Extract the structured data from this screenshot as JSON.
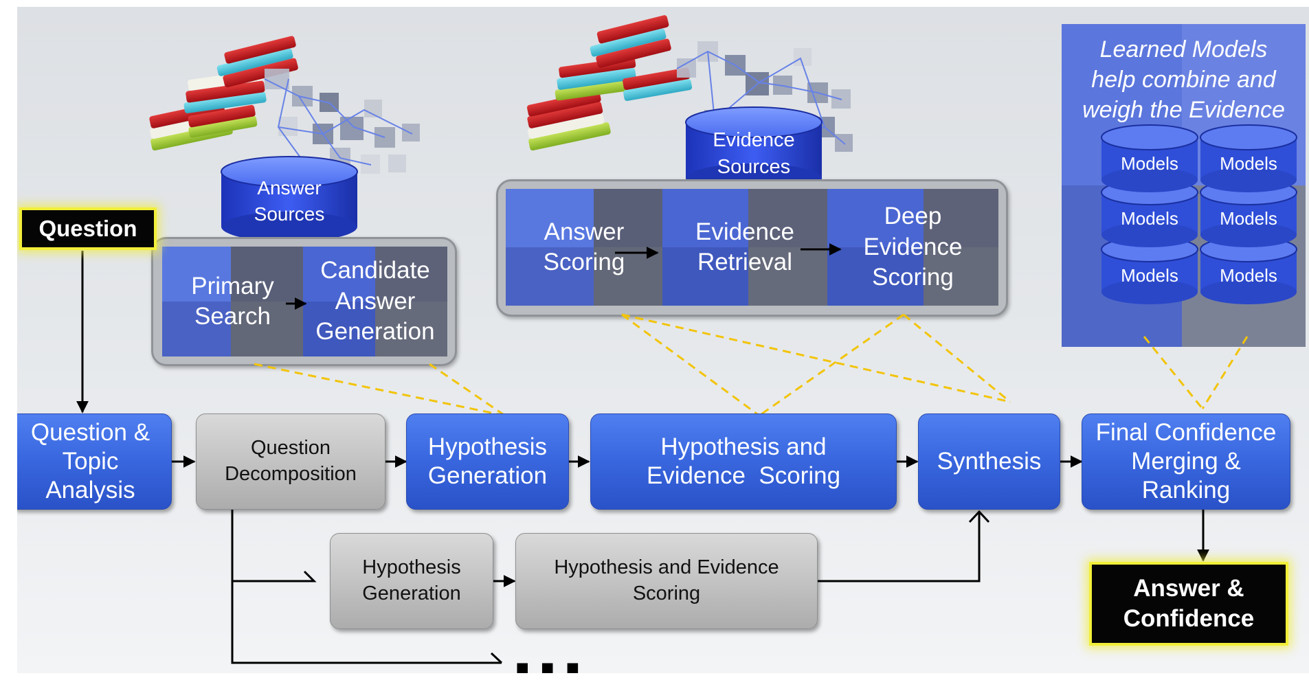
{
  "question": "Question",
  "answer": {
    "line1": "Answer &",
    "line2": "Confidence"
  },
  "pipeline": {
    "question_topic": {
      "line1": "Question &",
      "line2": "Topic",
      "line3": "Analysis"
    },
    "question_decomposition": {
      "line1": "Question",
      "line2": "Decomposition"
    },
    "hypothesis_generation": {
      "line1": "Hypothesis",
      "line2": "Generation"
    },
    "hypothesis_evidence_scoring": {
      "line1": "Hypothesis and",
      "line2": "Evidence  Scoring"
    },
    "synthesis": "Synthesis",
    "final_confidence": {
      "line1": "Final Confidence",
      "line2": "Merging &",
      "line3": "Ranking"
    }
  },
  "branch": {
    "hypothesis_generation": {
      "line1": "Hypothesis",
      "line2": "Generation"
    },
    "hypothesis_evidence_scoring": {
      "line1": "Hypothesis and Evidence",
      "line2": "Scoring"
    },
    "ellipsis": "..."
  },
  "answer_sources": {
    "db_label": {
      "line1": "Answer",
      "line2": "Sources"
    },
    "primary_search": {
      "line1": "Primary",
      "line2": "Search"
    },
    "candidate_generation": {
      "line1": "Candidate",
      "line2": "Answer",
      "line3": "Generation"
    }
  },
  "evidence_sources": {
    "db_label": {
      "line1": "Evidence",
      "line2": "Sources"
    },
    "answer_scoring": {
      "line1": "Answer",
      "line2": "Scoring"
    },
    "evidence_retrieval": {
      "line1": "Evidence",
      "line2": "Retrieval"
    },
    "deep_evidence_scoring": {
      "line1": "Deep",
      "line2": "Evidence",
      "line3": "Scoring"
    }
  },
  "learned_models": {
    "title": {
      "line1": "Learned Models",
      "line2": "help combine and",
      "line3": "weigh the Evidence"
    },
    "models": [
      "Models",
      "Models",
      "Models",
      "Models",
      "Models",
      "Models"
    ]
  },
  "colors": {
    "pipeline_blue": "#3a68e0",
    "gray_box": "#c3c3c3",
    "dashed_connector": "#f5c400",
    "highlight_glow": "#f2ef3a"
  }
}
